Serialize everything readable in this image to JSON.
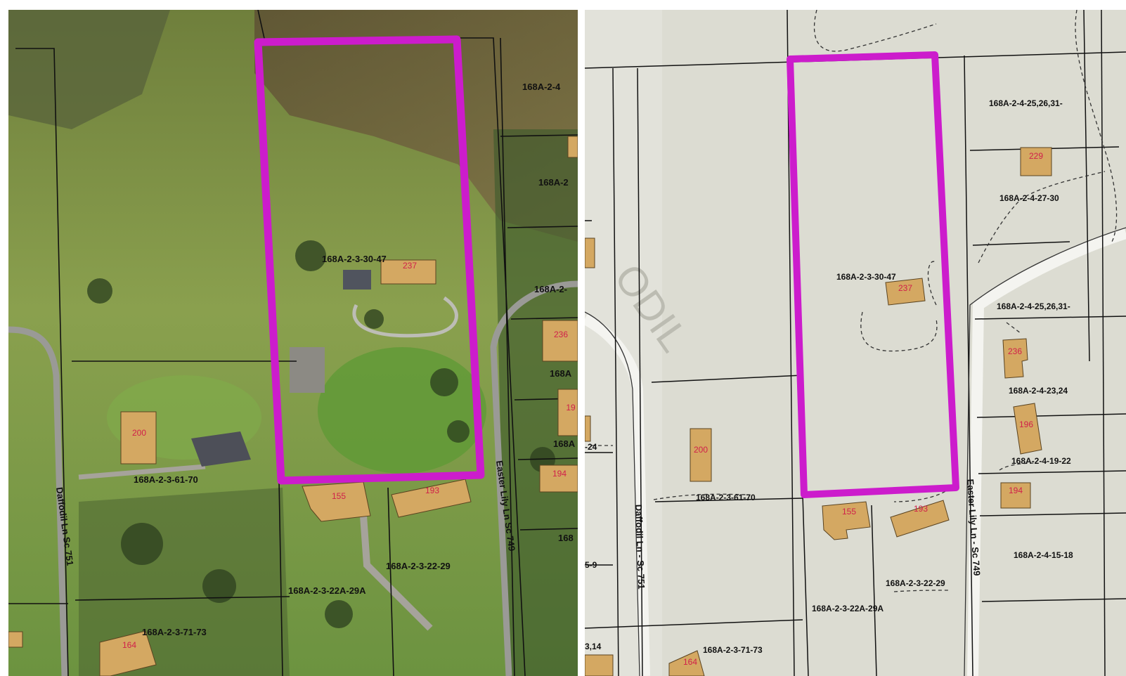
{
  "colors": {
    "highlight": "#cc1ccc",
    "building_fill": "#d4a862",
    "building_number": "#d0204a",
    "parcel_line": "#111111",
    "aerial_grass": "#7d9a4a",
    "map_background": "#dcdcd2"
  },
  "aerial": {
    "parcels": [
      {
        "id": "p1",
        "label": "168A-2-3-30-47"
      },
      {
        "id": "p2",
        "label": "168A-2-3-61-70"
      },
      {
        "id": "p3",
        "label": "168A-2-3-22-29"
      },
      {
        "id": "p4",
        "label": "168A-2-3-22A-29A"
      },
      {
        "id": "p5",
        "label": "168A-2-3-71-73"
      },
      {
        "id": "p6",
        "label": "168A-2-4"
      },
      {
        "id": "p7",
        "label": "168A-2"
      },
      {
        "id": "p8",
        "label": "168A-2-"
      },
      {
        "id": "p9",
        "label": "168A"
      },
      {
        "id": "p10",
        "label": "168A"
      },
      {
        "id": "p11",
        "label": "168"
      }
    ],
    "buildings": [
      {
        "number": "237"
      },
      {
        "number": "200"
      },
      {
        "number": "155"
      },
      {
        "number": "193"
      },
      {
        "number": "236"
      },
      {
        "number": "19"
      },
      {
        "number": "194"
      },
      {
        "number": "164"
      }
    ],
    "roads": [
      "Daffodil Ln  Sc 751",
      "Easter Lily Ln  Sc 749"
    ]
  },
  "parcel_map": {
    "parcels": [
      {
        "id": "m1",
        "label": "168A-2-3-30-47"
      },
      {
        "id": "m2",
        "label": "168A-2-3-61-70"
      },
      {
        "id": "m3",
        "label": "168A-2-3-22-29"
      },
      {
        "id": "m4",
        "label": "168A-2-3-22A-29A"
      },
      {
        "id": "m5",
        "label": "168A-2-3-71-73"
      },
      {
        "id": "m6",
        "label": "168A-2-4-25,26,31-"
      },
      {
        "id": "m7",
        "label": "168A-2-4-27-30"
      },
      {
        "id": "m8",
        "label": "168A-2-4-25,26,31-"
      },
      {
        "id": "m9",
        "label": "168A-2-4-23,24"
      },
      {
        "id": "m10",
        "label": "168A-2-4-19-22"
      },
      {
        "id": "m11",
        "label": "168A-2-4-15-18"
      },
      {
        "id": "m12",
        "label": "-24"
      },
      {
        "id": "m13",
        "label": "5-9"
      },
      {
        "id": "m14",
        "label": "3,14"
      }
    ],
    "buildings": [
      {
        "number": "237"
      },
      {
        "number": "229"
      },
      {
        "number": "236"
      },
      {
        "number": "196"
      },
      {
        "number": "194"
      },
      {
        "number": "200"
      },
      {
        "number": "155"
      },
      {
        "number": "193"
      },
      {
        "number": "164"
      }
    ],
    "roads": [
      "Daffodil Ln - Sc 751",
      "Easter Lily Ln - Sc 749"
    ]
  }
}
